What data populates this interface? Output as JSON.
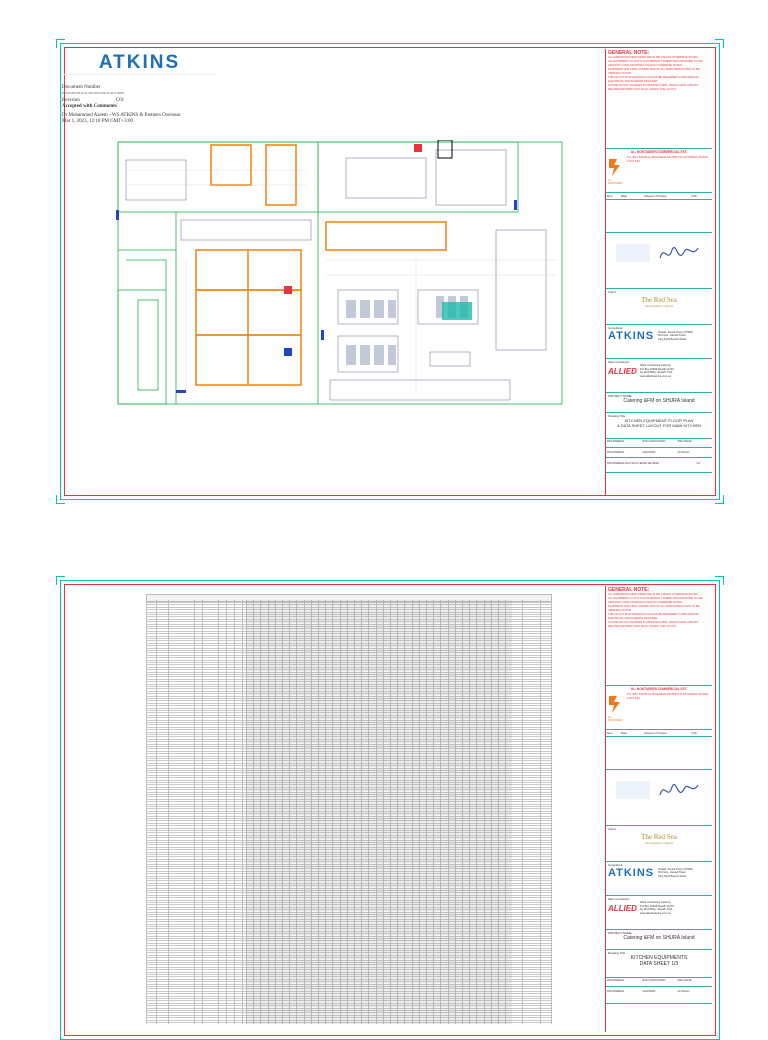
{
  "stamp": {
    "company": "ATKINS",
    "doc_number_label": "Document Number",
    "doc_number_value": "RSS-RSDESH-ACO-S00-XXX-ENGF-AE-L00001",
    "revision_label": "Revision",
    "revision_value": "C01",
    "status": "Accepted with Comments",
    "reviewer": "Dr Mohammed Azeem - WS ATKINS & Partners Overseas",
    "date": "Mar 1, 2023, 12:18 PM GMT+3:00"
  },
  "titleblock": {
    "general_note_heading": "GENERAL NOTE:",
    "notes": [
      "ALL DIMENSIONS MENTIONED ARE IN MM UNLESS OTHERWISE NOTED.",
      "ALL EQUIPMENT LAYOUT IS ACCORDINGLY SUBMITTED AND BASED IN THE ARCHITECTURAL DRAWINGS UNLESS OTHERWISE NOTED.",
      "EQUIPMENT AND FINAL CONNECTION OF ALL SUBCONTRACTORS TO BE VERIFIED ON SITE.",
      "THE LAYOUT PLAN DRAWINGS SHOULD BE REFERRED TO MECHANICAL, ELECTRICAL AND INTERIOR DESIGNER.",
      "IN CASE OF ANY CHANGES IN ARCHITECTURAL, STRUCTURAL AND ANY RELATED MATTERS THAT SHALL AFFECT THE LAYOUT."
    ],
    "subcontractor": "AL- NOKTADEEN COMMERCIAL EST.",
    "subcontractor_address": "P.O. BOX 300455 AL-MOHAMADI DISTRICT PLOT/STREET, RIYADH 11372 KSA",
    "subcontractor_logo_text": "AL-NOKTADEEN",
    "rev_headers": [
      "Rev.",
      "Date",
      "Reason Of Issue",
      "Chk."
    ],
    "client_label": "Client:",
    "client_name": "The Red Sea",
    "client_sub": "Development Company",
    "consultant_label": "Consultant:",
    "consultant_name": "ATKINS",
    "consultant_address_1": "Riyadh- Kamal Tower (2700B)",
    "consultant_address_2": "6th Floor- Hamad Tower",
    "consultant_address_3": "King Fahd Branch Road",
    "main_contractor_label": "Main Contractor",
    "main_contractor_name": "Allied Contracting Catering",
    "main_contractor_address_1": "P.O Box 20609 Riyadh 11476",
    "main_contractor_address_2": "AL SKIP Bldg., Riyadh, KSA",
    "main_contractor_address_3": "www.alliedcatering.com.sa",
    "main_contractor_logo": "ALLIED",
    "project_label": "PROJECT NAME:",
    "project_name": "Catering &FM on SHURA Island",
    "drawing_title_label": "Drawing Title :",
    "sheet1_title_1": "KITCHEN EQUIPMENT FLOOR PLAN",
    "sheet1_title_2": "& DATA SHEET LAYOUT FOR MAIN KITCHEN",
    "sheet2_title_1": "KITCHEN EQUIPMENTS",
    "sheet2_title_2": "DATA SHEET 1/3",
    "meta_headers": [
      "RSS-RSDESH",
      "RSS-CONSULTANT",
      "RSS-ISSUE"
    ],
    "date_value": "21/02/2023",
    "scale_value": "As Shown",
    "doc_no": "RSS-RSDESH-ACO-S0-XX-ENGF-AE-00001",
    "rev_value": "C0"
  }
}
